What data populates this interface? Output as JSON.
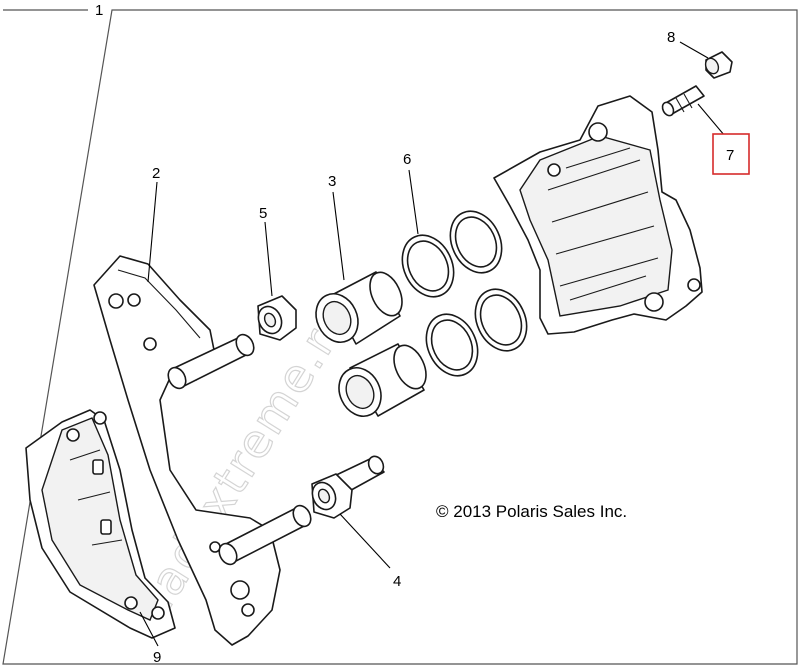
{
  "header_label": "1",
  "copyright": "© 2013 Polaris Sales Inc.",
  "watermark": "Vladextreme.ru",
  "highlight_color": "#d62b2b",
  "callouts": {
    "c1": "1",
    "c2": "2",
    "c3": "3",
    "c4": "4",
    "c5": "5",
    "c6": "6",
    "c7": "7",
    "c8": "8",
    "c9": "9"
  }
}
